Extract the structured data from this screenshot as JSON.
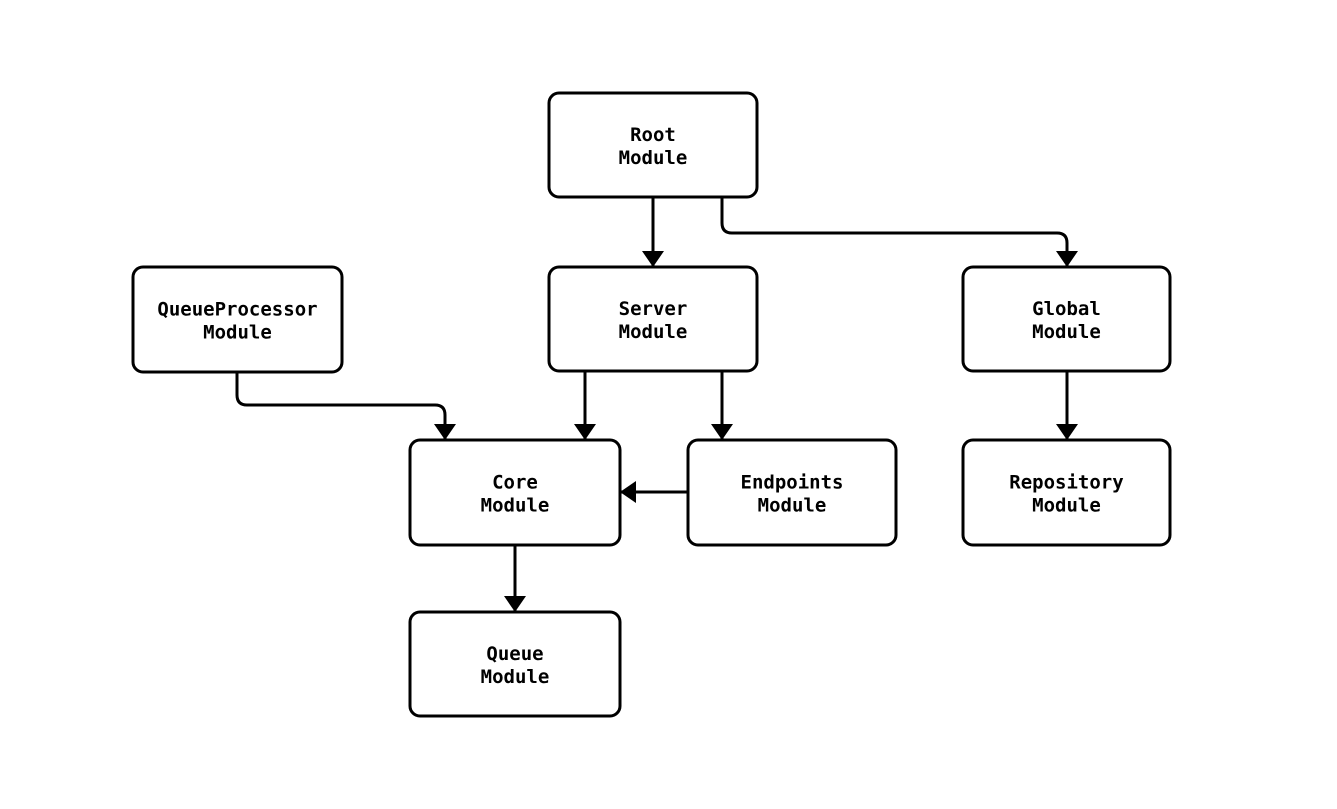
{
  "diagram": {
    "type": "flowchart",
    "direction": "top-down",
    "colors": {
      "background": "#ffffff",
      "node_fill": "#ffffff",
      "node_stroke": "#000000",
      "edge_stroke": "#000000",
      "text": "#000000"
    },
    "nodes": [
      {
        "id": "root",
        "label": [
          "Root",
          "Module"
        ]
      },
      {
        "id": "server",
        "label": [
          "Server",
          "Module"
        ]
      },
      {
        "id": "global",
        "label": [
          "Global",
          "Module"
        ]
      },
      {
        "id": "queueprocessor",
        "label": [
          "QueueProcessor",
          "Module"
        ]
      },
      {
        "id": "core",
        "label": [
          "Core",
          "Module"
        ]
      },
      {
        "id": "endpoints",
        "label": [
          "Endpoints",
          "Module"
        ]
      },
      {
        "id": "repository",
        "label": [
          "Repository",
          "Module"
        ]
      },
      {
        "id": "queue",
        "label": [
          "Queue",
          "Module"
        ]
      }
    ],
    "edges": [
      {
        "from": "root",
        "to": "server"
      },
      {
        "from": "root",
        "to": "global"
      },
      {
        "from": "queueprocessor",
        "to": "core"
      },
      {
        "from": "server",
        "to": "core"
      },
      {
        "from": "server",
        "to": "endpoints"
      },
      {
        "from": "endpoints",
        "to": "core"
      },
      {
        "from": "global",
        "to": "repository"
      },
      {
        "from": "core",
        "to": "queue"
      }
    ]
  }
}
